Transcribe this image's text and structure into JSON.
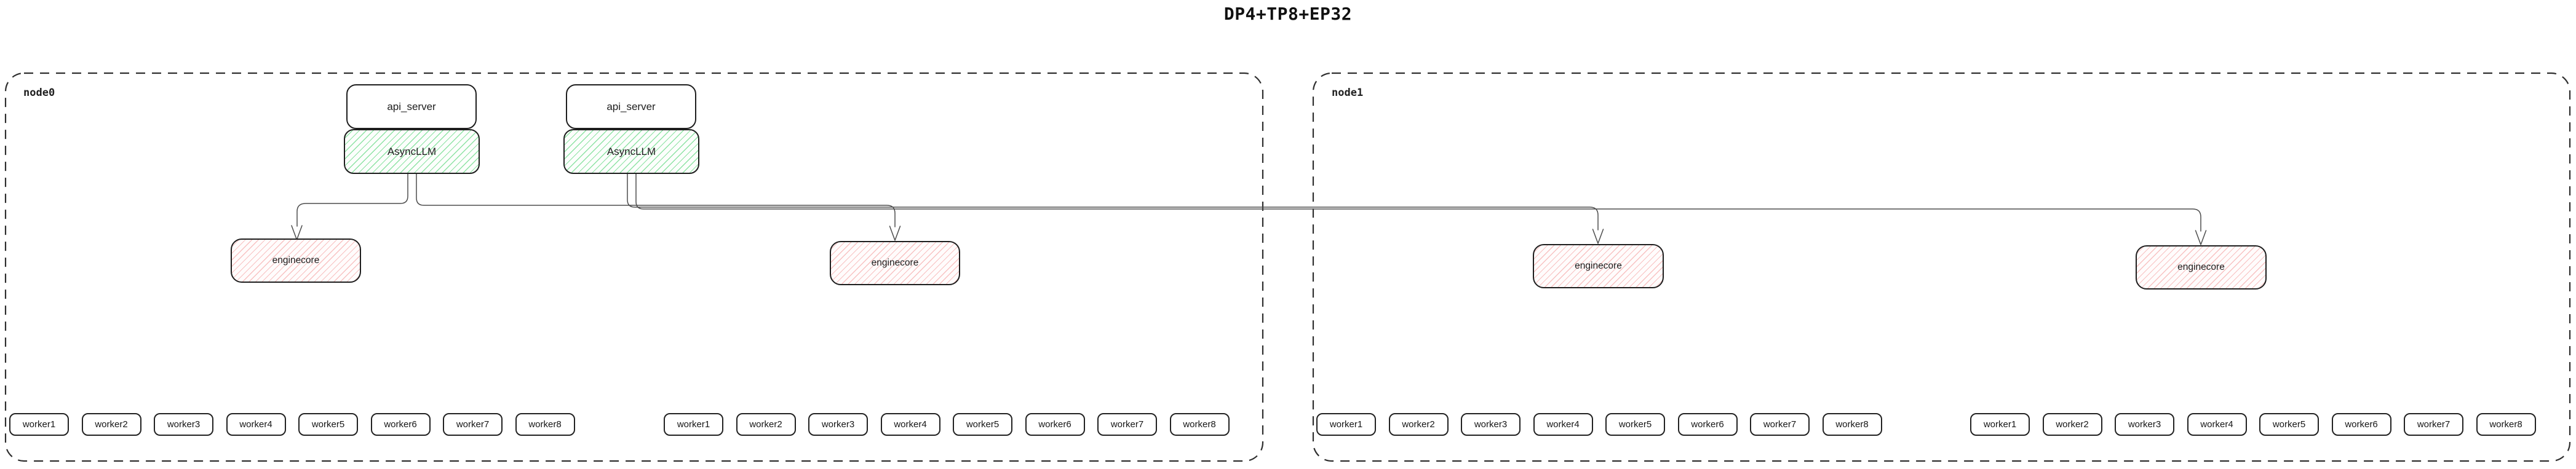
{
  "title": "DP4+TP8+EP32",
  "colors": {
    "box_border": "#1e1e1e",
    "node_border": "#2e2e2e",
    "edge": "#4d4d4d",
    "asyncllm_hatch": "#6fdb8b",
    "enginecore_hatch": "#f5a9a9",
    "text": "#1b1b1b"
  },
  "nodes": [
    {
      "label": "node0",
      "stacks": [
        {
          "api_server": "api_server",
          "asyncllm": "AsyncLLM"
        },
        {
          "api_server": "api_server",
          "asyncllm": "AsyncLLM"
        }
      ],
      "enginecores": [
        "enginecore",
        "enginecore"
      ],
      "worker_groups": [
        [
          "worker1",
          "worker2",
          "worker3",
          "worker4",
          "worker5",
          "worker6",
          "worker7",
          "worker8"
        ],
        [
          "worker1",
          "worker2",
          "worker3",
          "worker4",
          "worker5",
          "worker6",
          "worker7",
          "worker8"
        ]
      ]
    },
    {
      "label": "node1",
      "stacks": [],
      "enginecores": [
        "enginecore",
        "enginecore"
      ],
      "worker_groups": [
        [
          "worker1",
          "worker2",
          "worker3",
          "worker4",
          "worker5",
          "worker6",
          "worker7",
          "worker8"
        ],
        [
          "worker1",
          "worker2",
          "worker3",
          "worker4",
          "worker5",
          "worker6",
          "worker7",
          "worker8"
        ]
      ]
    }
  ],
  "edges": [
    {
      "from": "node0-asyncllm-1",
      "to": "node0-enginecore-1"
    },
    {
      "from": "node0-asyncllm-1",
      "to": "node0-enginecore-2"
    },
    {
      "from": "node0-asyncllm-2",
      "to": "node1-enginecore-1"
    },
    {
      "from": "node0-asyncllm-2",
      "to": "node1-enginecore-2"
    }
  ]
}
